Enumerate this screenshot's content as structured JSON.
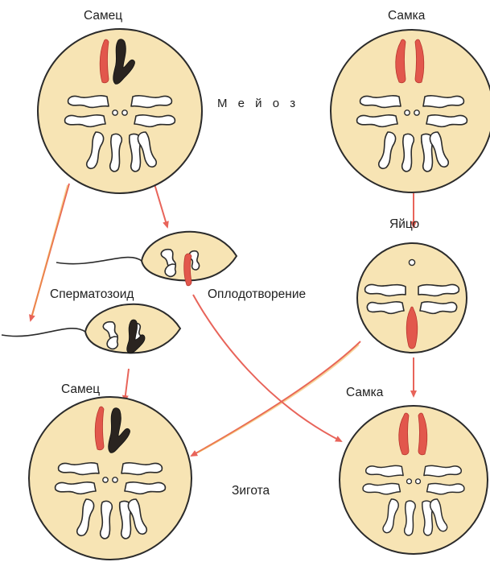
{
  "labels": {
    "male_top": "Самец",
    "female_top": "Самка",
    "meiosis": "М е й о з",
    "egg": "Яйцо",
    "sperm": "Сперматозоид",
    "fertilization": "Оплодотворение",
    "male_bottom": "Самец",
    "female_bottom": "Самка",
    "zygote": "Зигота"
  },
  "colors": {
    "cell_fill": "#f7e4b4",
    "outline": "#2b2b2b",
    "red_chromosome": "#e2574c",
    "dark_chromosome": "#2a2420",
    "arrow": "#e8645a",
    "arrow_highlight": "#f0a83a"
  },
  "icons": {
    "cell": "cell-circle-icon",
    "sperm": "sperm-cell-icon",
    "arrow": "arrow-icon"
  }
}
